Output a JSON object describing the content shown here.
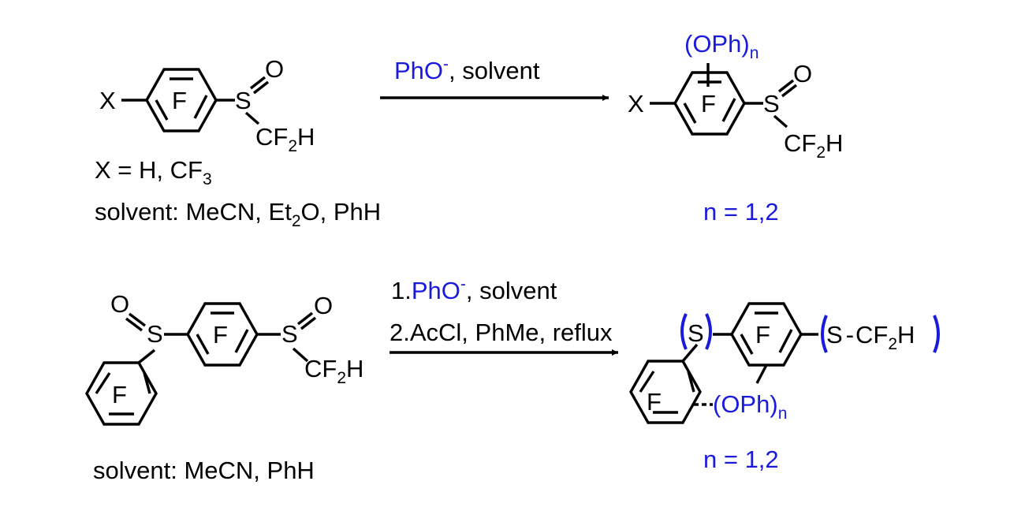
{
  "colors": {
    "reagent": "#1a1adc",
    "ink": "#000000"
  },
  "reaction1": {
    "substituent": "X",
    "ring_label": "F",
    "sulfur": "S",
    "oxygen": "O",
    "cf2h_c": "CF",
    "cf2h_sub": "2",
    "cf2h_h": "H",
    "x_def_main": "X = H, CF",
    "x_def_sub": "3",
    "solvent_pre": "solvent: MeCN, Et",
    "solvent_sub": "2",
    "solvent_post": "O, PhH",
    "reagent": "PhO",
    "reagent_charge": "-",
    "reagent_rest": ", solvent",
    "product_oph": "(OPh)",
    "product_n": "n",
    "n_values": "n = 1,2"
  },
  "reaction2": {
    "ring_label": "F",
    "sulfur": "S",
    "oxygen": "O",
    "cf2h_c": "CF",
    "cf2h_sub": "2",
    "cf2h_h": "H",
    "step1_num": "1.",
    "step1_reagent": "PhO",
    "step1_charge": "-",
    "step1_rest": ", solvent",
    "step2": "2.AcCl, PhMe, reflux",
    "solvent": "solvent: MeCN, PhH",
    "product_s_link": "S",
    "product_s_cf2h": "S",
    "product_dash": "-",
    "product_cf": "CF",
    "product_sub": "2",
    "product_h": "H",
    "product_oph": "(OPh)",
    "product_n": "n",
    "n_values": "n = 1,2"
  }
}
